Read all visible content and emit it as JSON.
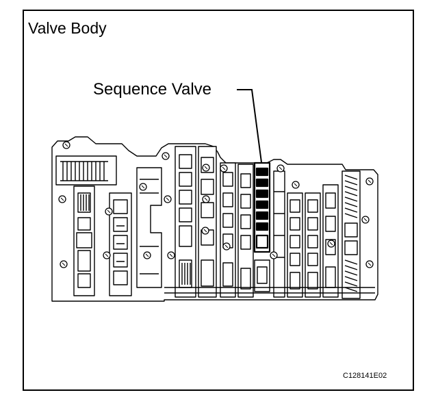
{
  "diagram": {
    "title": "Valve Body",
    "callout_label": "Sequence Valve",
    "figure_code": "C128141E02"
  },
  "colors": {
    "line": "#000000",
    "background": "#ffffff"
  }
}
